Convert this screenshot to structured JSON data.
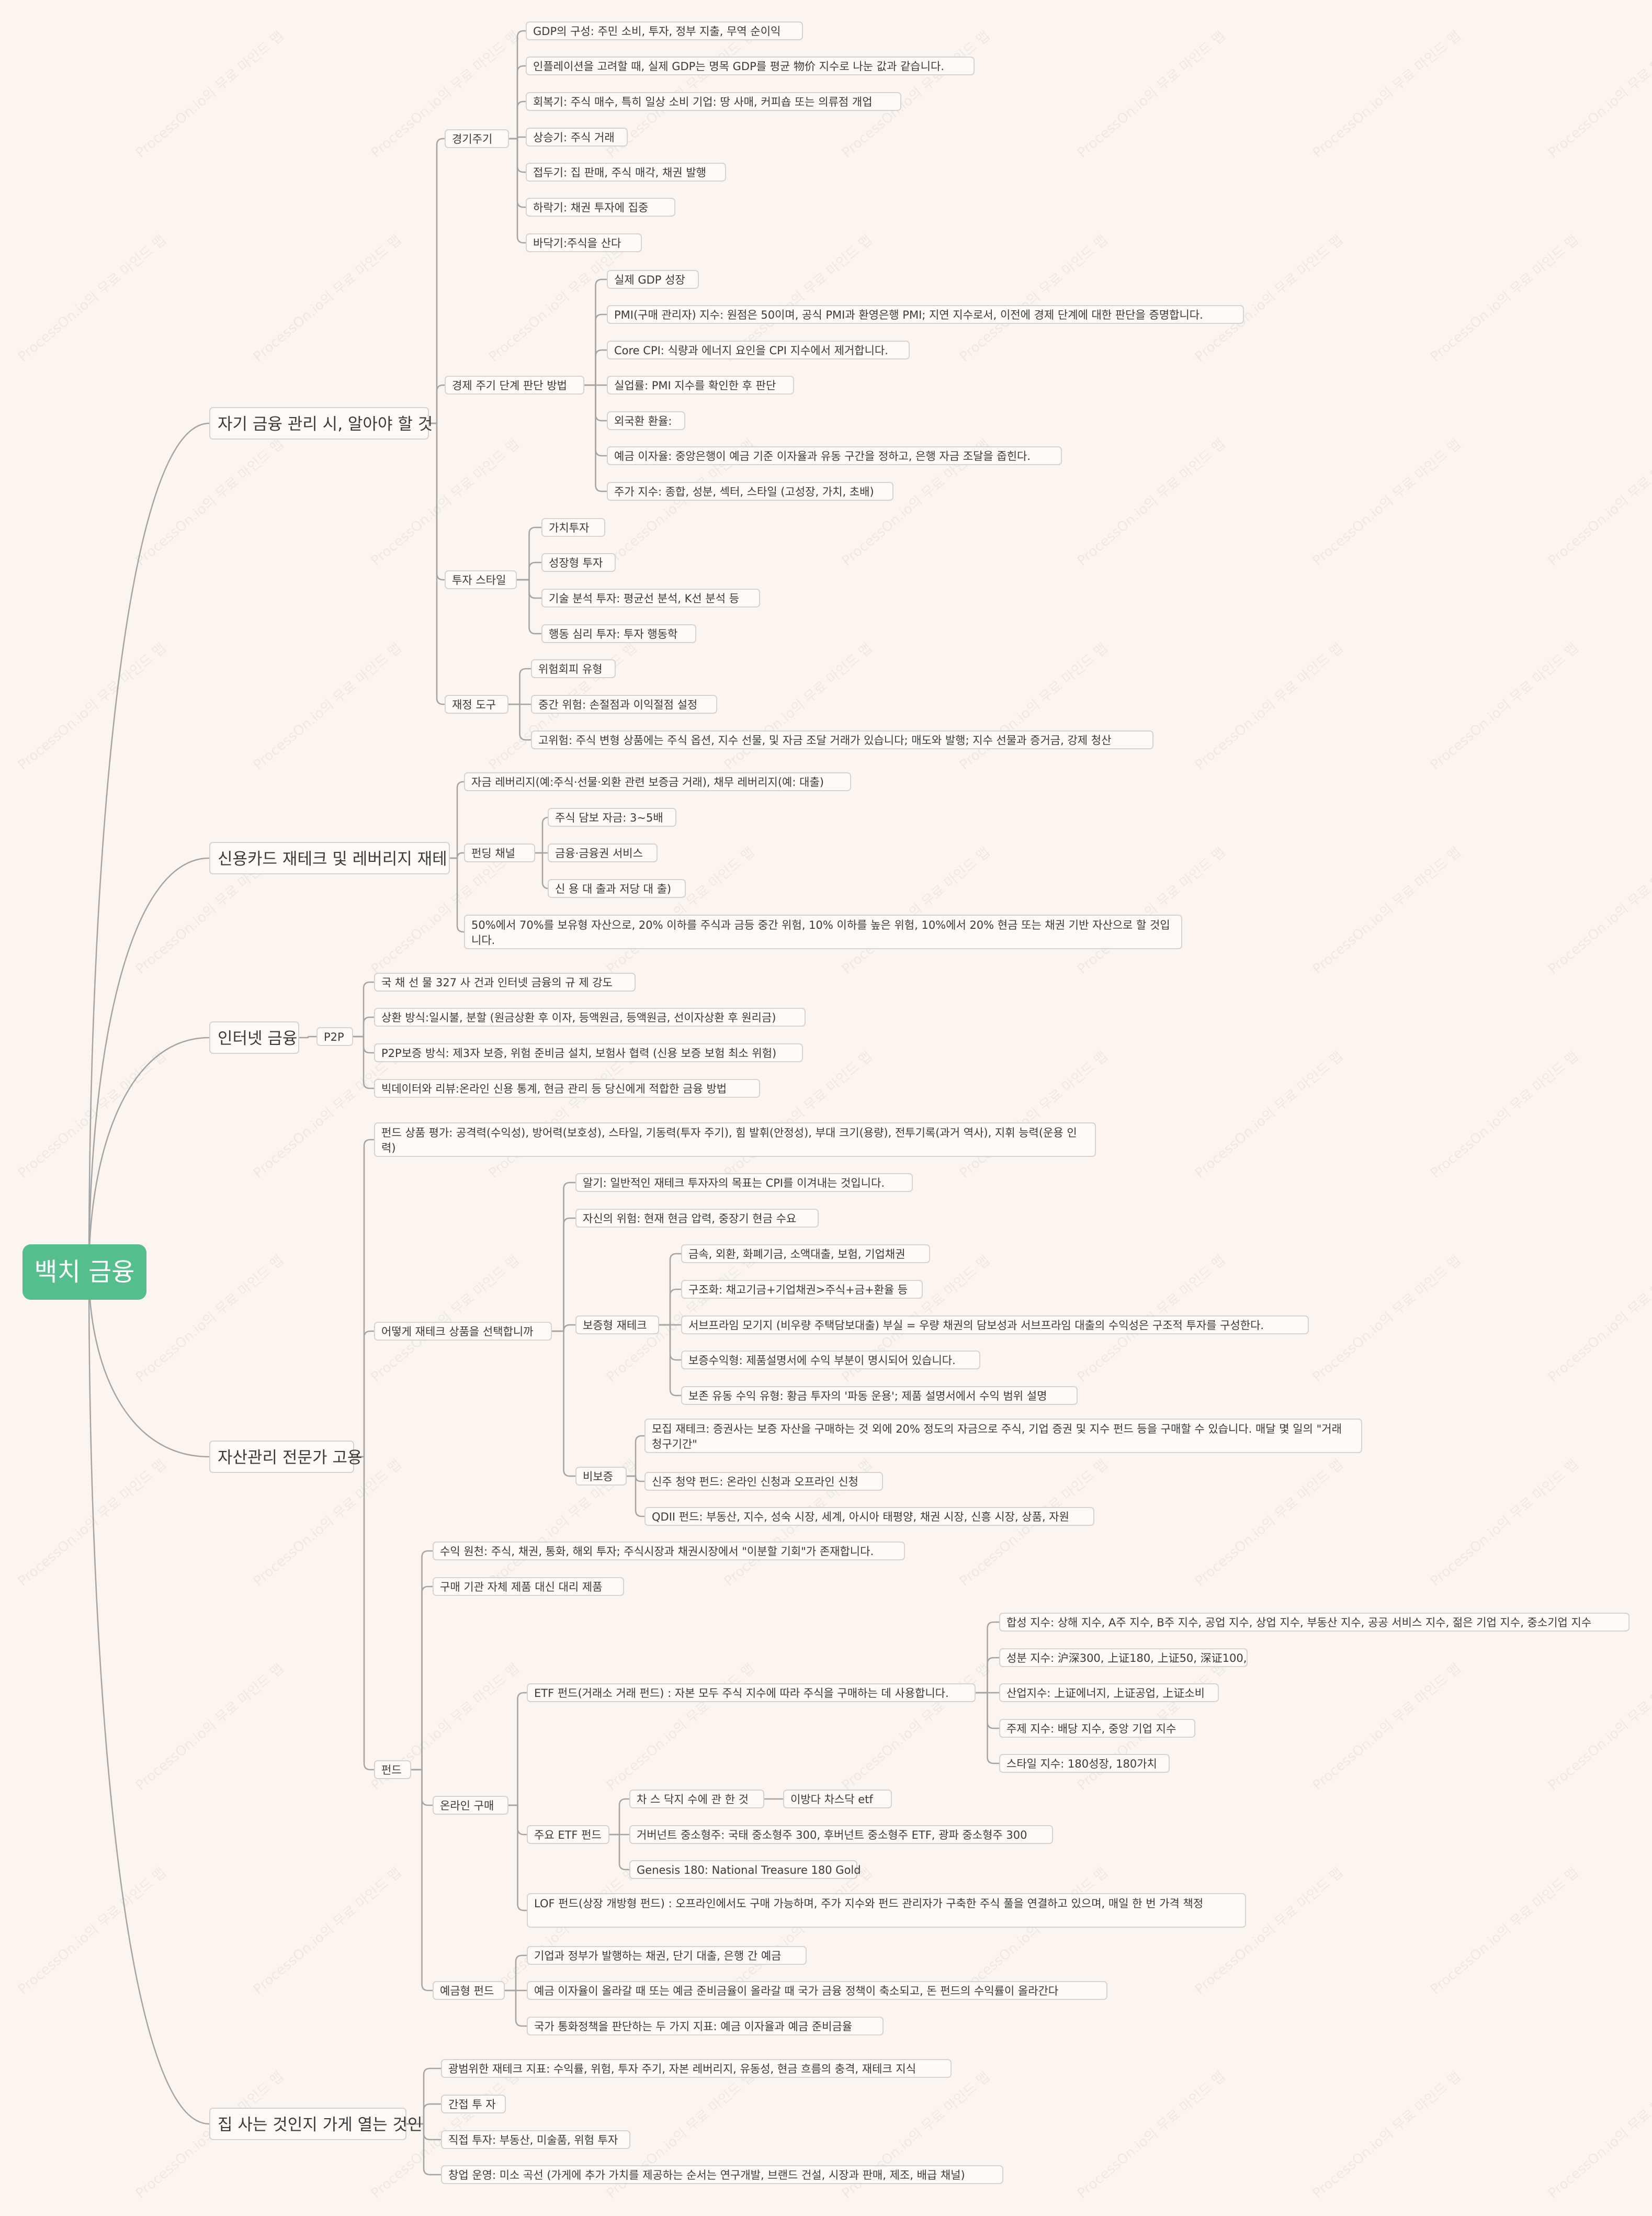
{
  "watermark_text": "ProcessOn.io의 무료 마인드 맵",
  "mindmap": {
    "root": {
      "id": "root",
      "text": "백치 금융"
    },
    "nodes": [
      {
        "id": "b1",
        "parent": "root",
        "text": "자기 금융 관리 시, 알아야 할 것"
      },
      {
        "id": "b1a",
        "parent": "b1",
        "text": "경기주기"
      },
      {
        "id": "b1a1",
        "parent": "b1a",
        "text": "GDP의 구성: 주민 소비, 투자, 정부 지출, 무역 순이익"
      },
      {
        "id": "b1a2",
        "parent": "b1a",
        "text": "인플레이션을 고려할 때, 실제 GDP는 명목 GDP를 평균 物价 지수로 나눈 값과 같습니다."
      },
      {
        "id": "b1a3",
        "parent": "b1a",
        "text": "회복기: 주식 매수, 특히 일상 소비 기업: 땅 사매, 커피숍 또는 의류점 개업"
      },
      {
        "id": "b1a4",
        "parent": "b1a",
        "text": "상승기: 주식 거래"
      },
      {
        "id": "b1a5",
        "parent": "b1a",
        "text": "접두기: 집 판매, 주식 매각, 채권 발행"
      },
      {
        "id": "b1a6",
        "parent": "b1a",
        "text": "하락기: 채권 투자에 집중"
      },
      {
        "id": "b1a7",
        "parent": "b1a",
        "text": "바닥기:주식을 산다"
      },
      {
        "id": "b1b",
        "parent": "b1",
        "text": "경제 주기 단계 판단 방법"
      },
      {
        "id": "b1b1",
        "parent": "b1b",
        "text": "실제 GDP 성장"
      },
      {
        "id": "b1b2",
        "parent": "b1b",
        "text": "PMI(구매 관리자) 지수: 원점은 50이며, 공식 PMI과 환영은행 PMI; 지연 지수로서, 이전에 경제 단계에 대한 판단을 증명합니다."
      },
      {
        "id": "b1b3",
        "parent": "b1b",
        "text": "Core CPI: 식량과 에너지 요인을 CPI 지수에서 제거합니다."
      },
      {
        "id": "b1b4",
        "parent": "b1b",
        "text": "실업률: PMI 지수를 확인한 후 판단"
      },
      {
        "id": "b1b5",
        "parent": "b1b",
        "text": "외국환 환율:"
      },
      {
        "id": "b1b6",
        "parent": "b1b",
        "text": "예금 이자율: 중앙은행이 예금 기준 이자율과 유동 구간을 정하고, 은행 자금 조달을 줍힌다."
      },
      {
        "id": "b1b7",
        "parent": "b1b",
        "text": "주가 지수: 종합, 성분, 섹터, 스타일 (고성장, 가치, 초배)"
      },
      {
        "id": "b1c",
        "parent": "b1",
        "text": "투자 스타일"
      },
      {
        "id": "b1c1",
        "parent": "b1c",
        "text": "가치투자"
      },
      {
        "id": "b1c2",
        "parent": "b1c",
        "text": "성장형 투자"
      },
      {
        "id": "b1c3",
        "parent": "b1c",
        "text": "기술 분석 투자: 평균선 분석, K선 분석 등"
      },
      {
        "id": "b1c4",
        "parent": "b1c",
        "text": "행동 심리 투자: 투자 행동학"
      },
      {
        "id": "b1d",
        "parent": "b1",
        "text": "재정 도구"
      },
      {
        "id": "b1d1",
        "parent": "b1d",
        "text": "위험회피 유형"
      },
      {
        "id": "b1d2",
        "parent": "b1d",
        "text": "중간 위험: 손절점과 이익절점 설정"
      },
      {
        "id": "b1d3",
        "parent": "b1d",
        "text": "고위험: 주식 변형 상품에는 주식 옵션, 지수 선물, 및 자금 조달 거래가 있습니다; 매도와 발행; 지수 선물과 증거금, 강제 청산"
      },
      {
        "id": "b2",
        "parent": "root",
        "text": "신용카드 재테크 및 레버리지 재테"
      },
      {
        "id": "b2a",
        "parent": "b2",
        "text": "자금 레버리지(예:주식·선물·외환 관련 보증금 거래), 채무 레버리지(예: 대출)"
      },
      {
        "id": "b2b",
        "parent": "b2",
        "text": "펀딩 채널"
      },
      {
        "id": "b2b1",
        "parent": "b2b",
        "text": "주식 담보 자금: 3~5배"
      },
      {
        "id": "b2b2",
        "parent": "b2b",
        "text": "금융·금융권 서비스"
      },
      {
        "id": "b2b3",
        "parent": "b2b",
        "text": "신 용 대 출과 저당 대 출)"
      },
      {
        "id": "b2c",
        "parent": "b2",
        "text": "50%에서 70%를 보유형 자산으로, 20% 이하를 주식과 금등 중간 위험, 10% 이하를 높은 위험, 10%에서 20% 현금 또는 채권 기반 자산으로 할 것입니다."
      },
      {
        "id": "b3",
        "parent": "root",
        "text": "인터넷 금융"
      },
      {
        "id": "b3a",
        "parent": "b3",
        "text": "P2P"
      },
      {
        "id": "b3a1",
        "parent": "b3a",
        "text": "국 채 선 물 327 사 건과 인터넷 금융의 규 제 강도"
      },
      {
        "id": "b3a2",
        "parent": "b3a",
        "text": "상환 방식:일시불, 분할 (원금상환 후 이자, 등액원금, 등액원금, 선이자상환 후 원리금)"
      },
      {
        "id": "b3a3",
        "parent": "b3a",
        "text": "P2P보증 방식: 제3자 보증, 위험 준비금 설치, 보험사 협력 (신용 보증 보험 최소 위험)"
      },
      {
        "id": "b3a4",
        "parent": "b3a",
        "text": "빅데이터와 리뷰:온라인 신용 통계, 현금 관리 등 당신에게 적합한 금융 방법"
      },
      {
        "id": "b4",
        "parent": "root",
        "text": "자산관리 전문가 고용"
      },
      {
        "id": "b4a",
        "parent": "b4",
        "text": "펀드 상품 평가: 공격력(수익성), 방어력(보호성), 스타일, 기동력(투자 주기), 힘 발휘(안정성), 부대 크기(용량), 전투기록(과거 역사), 지휘 능력(운용 인력)"
      },
      {
        "id": "b4b",
        "parent": "b4",
        "text": "어떻게 재테크 상품을 선택합니까"
      },
      {
        "id": "b4b1",
        "parent": "b4b",
        "text": "알기: 일반적인 재테크 투자자의 목표는 CPI를 이겨내는 것입니다."
      },
      {
        "id": "b4b2",
        "parent": "b4b",
        "text": "자신의 위험: 현재 현금 압력, 중장기 현금 수요"
      },
      {
        "id": "b4b3",
        "parent": "b4b",
        "text": "보증형 재테크"
      },
      {
        "id": "b4b3a",
        "parent": "b4b3",
        "text": "금속, 외환, 화폐기금, 소액대출, 보험, 기업채권"
      },
      {
        "id": "b4b3b",
        "parent": "b4b3",
        "text": "구조화: 채고기금+기업채권>주식+금+환율 등"
      },
      {
        "id": "b4b3c",
        "parent": "b4b3",
        "text": "서브프라임 모기지 (비우량 주택담보대출) 부실 = 우량 채권의 담보성과 서브프라임 대출의 수익성은 구조적 투자를 구성한다."
      },
      {
        "id": "b4b3d",
        "parent": "b4b3",
        "text": "보증수익형: 제품설명서에 수익 부분이 명시되어 있습니다."
      },
      {
        "id": "b4b3e",
        "parent": "b4b3",
        "text": "보존 유동 수익 유형: 황금 투자의 '파동 운용'; 제품 설명서에서 수익 범위 설명"
      },
      {
        "id": "b4b4",
        "parent": "b4b",
        "text": "비보증"
      },
      {
        "id": "b4b4a",
        "parent": "b4b4",
        "text": "모집 재테크: 증권사는 보증 자산을 구매하는 것 외에 20% 정도의 자금으로 주식, 기업 증권 및 지수 펀드 등을 구매할 수 있습니다. 매달 몇 일의 \"거래 청구기간\""
      },
      {
        "id": "b4b4b",
        "parent": "b4b4",
        "text": "신주 청약 펀드: 온라인 신청과 오프라인 신청"
      },
      {
        "id": "b4b4c",
        "parent": "b4b4",
        "text": "QDII 펀드: 부동산, 지수, 성숙 시장, 세계, 아시아 태평양, 채권 시장, 신흥 시장, 상품, 자원"
      },
      {
        "id": "b4c",
        "parent": "b4",
        "text": "펀드"
      },
      {
        "id": "b4c1",
        "parent": "b4c",
        "text": "수익 원천: 주식, 채권, 통화, 해외 투자; 주식시장과 채권시장에서 \"이분할 기회\"가 존재합니다."
      },
      {
        "id": "b4c2",
        "parent": "b4c",
        "text": "구매 기관 자체 제품 대신 대리 제품"
      },
      {
        "id": "b4c3",
        "parent": "b4c",
        "text": "온라인 구매"
      },
      {
        "id": "b4c3a",
        "parent": "b4c3",
        "text": "ETF 펀드(거래소 거래 펀드) : 자본 모두 주식 지수에 따라 주식을 구매하는 데 사용합니다."
      },
      {
        "id": "b4c3a1",
        "parent": "b4c3a",
        "text": "합성 지수: 상해 지수, A주 지수, B주 지수, 공업 지수, 상업 지수, 부동산 지수, 공공 서비스 지수, 젊은 기업 지수, 중소기업 지수"
      },
      {
        "id": "b4c3a2",
        "parent": "b4c3a",
        "text": "성분 지수: 沪深300, 上证180, 上证50, 深证100,"
      },
      {
        "id": "b4c3a3",
        "parent": "b4c3a",
        "text": "산업지수: 上证에너지, 上证공업, 上证소비"
      },
      {
        "id": "b4c3a4",
        "parent": "b4c3a",
        "text": "주제 지수: 배당 지수, 중앙 기업 지수"
      },
      {
        "id": "b4c3a5",
        "parent": "b4c3a",
        "text": "스타일 지수: 180성장, 180가치"
      },
      {
        "id": "b4c3b",
        "parent": "b4c3",
        "text": "주요 ETF 펀드"
      },
      {
        "id": "b4c3b1",
        "parent": "b4c3b",
        "text": "차 스 닥지 수에 관 한 것"
      },
      {
        "id": "b4c3b1a",
        "parent": "b4c3b1",
        "text": "이방다 차스닥 etf"
      },
      {
        "id": "b4c3b2",
        "parent": "b4c3b",
        "text": "거버넌트 중소형주: 국태 중소형주 300, 후버넌트 중소형주 ETF, 광파 중소형주 300"
      },
      {
        "id": "b4c3b3",
        "parent": "b4c3b",
        "text": "Genesis 180: National Treasure 180 Gold"
      },
      {
        "id": "b4c3c",
        "parent": "b4c3",
        "text": "LOF 펀드(상장 개방형 펀드) : 오프라인에서도 구매 가능하며, 주가 지수와 펀드 관리자가 구축한 주식 풀을 연결하고 있으며, 매일 한 번 가격 책정"
      },
      {
        "id": "b4c4",
        "parent": "b4c",
        "text": "예금형 펀드"
      },
      {
        "id": "b4c4a",
        "parent": "b4c4",
        "text": "기업과 정부가 발행하는 채권, 단기 대출, 은행 간 예금"
      },
      {
        "id": "b4c4b",
        "parent": "b4c4",
        "text": "예금 이자율이 올라갈 때 또는 예금 준비금율이 올라갈 때 국가 금융 정책이 축소되고, 돈 펀드의 수익률이 올라간다"
      },
      {
        "id": "b4c4c",
        "parent": "b4c4",
        "text": "국가 통화정책을 판단하는 두 가지 지표: 예금 이자율과 예금 준비금율"
      },
      {
        "id": "b5",
        "parent": "root",
        "text": "집 사는 것인지 가게 열는 것인"
      },
      {
        "id": "b5a",
        "parent": "b5",
        "text": "광범위한 재테크 지표: 수익률, 위험, 투자 주기, 자본 레버리지, 유동성, 현금 흐름의 충격, 재테크 지식"
      },
      {
        "id": "b5b",
        "parent": "b5",
        "text": "간접 투 자"
      },
      {
        "id": "b5c",
        "parent": "b5",
        "text": "직접 투자: 부동산, 미술품, 위험 투자"
      },
      {
        "id": "b5d",
        "parent": "b5",
        "text": "창업 운영: 미소 곡선 (가게에 추가 가치를 제공하는 순서는 연구개발, 브랜드 건설, 시장과 판매, 제조, 배급 채널)"
      }
    ]
  }
}
